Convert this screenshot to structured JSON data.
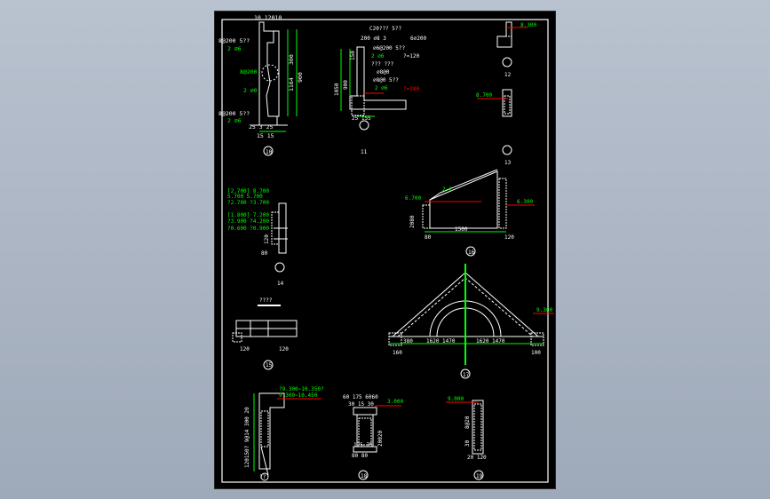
{
  "drawing": {
    "background": "#000000",
    "line_color": "#ffffff",
    "dimension_color": "#00ff00",
    "level_color": "#ff0000",
    "detail_labels": [
      "10",
      "11",
      "12",
      "13",
      "14",
      "15",
      "16",
      "17",
      "18",
      "19"
    ],
    "notes": {
      "d10_top": "10 12010",
      "d10_rebar1": "8@200 5??",
      "d10_rebar2": "2 ⌀6",
      "d10_rebar3": "8@200",
      "d10_rebar4": "2 ⌀0",
      "d10_rebar5": "8@200 5??",
      "d10_rebar6": "2 ⌀6",
      "d10_dim_side": "900",
      "d10_dim_a": "1164",
      "d10_dim_b": "300",
      "d10_bottom": "25  3  25",
      "d10_bottom2": "15  15",
      "d11_top": "C20??? 5??",
      "d11_a": "200 ⌀8 3",
      "d11_b": "6⌀200",
      "d11_c": "⌀6@200 5??",
      "d11_d": "2 ⌀6",
      "d11_e": "?=120",
      "d11_f": "??? ???",
      "d11_g": "⌀8@0",
      "d11_h": "⌀8@0 5??",
      "d11_i": "2 ⌀6",
      "d11_j": "?=380",
      "d11_dim_v1": "1050",
      "d11_dim_v2": "900",
      "d11_dim_v3": "150",
      "d11_bottom": "25  155",
      "d12_level": "8.300",
      "d13_level": "8.700",
      "d14_l1": "[2.700] 8.700",
      "d14_l2": "5.700 5.700",
      "d14_l3": "?2.700 ?3.700",
      "d14_l4": "[1.800] 7.200",
      "d14_l5": "?3.900 ?4.200",
      "d14_l6": "?0.600 ?0.900",
      "d14_dim1": "120",
      "d14_dim2": "80",
      "d15_title": "????",
      "d15_dim1": "120",
      "d15_dim2": "120",
      "d16_lvl_left": "6.700",
      "d16_lvl_right": "6.300",
      "d16_span": "1500",
      "d16_dim_l": "80",
      "d16_dim_r": "120",
      "d16_dim_v": "2080",
      "d16_top": "2.1",
      "d17_left": "1620",
      "d17_mid_l": "1470",
      "d17_mid_r": "1620",
      "d17_right": "1470",
      "d17_dim_l": "160",
      "d17_dim_r": "100",
      "d17_level": "9.300",
      "d17_side_l": "380",
      "d18_a": "60 175 6060",
      "d18_b": "30  15  30",
      "d18_level": "3.000",
      "d18_mid": "20020",
      "d18_c": "175 75",
      "d18_dim": "80  80",
      "d19_level": "9.000",
      "d19_dim_v": "8@20",
      "d19_dim_a": "30",
      "d19_dim_b": "20 120",
      "d20_l1": "?9.300~10.350?",
      "d20_l2": "9.300~10.450",
      "d20_side": "120150? 9@14 300 20",
      "d20_bottom": "??"
    }
  }
}
